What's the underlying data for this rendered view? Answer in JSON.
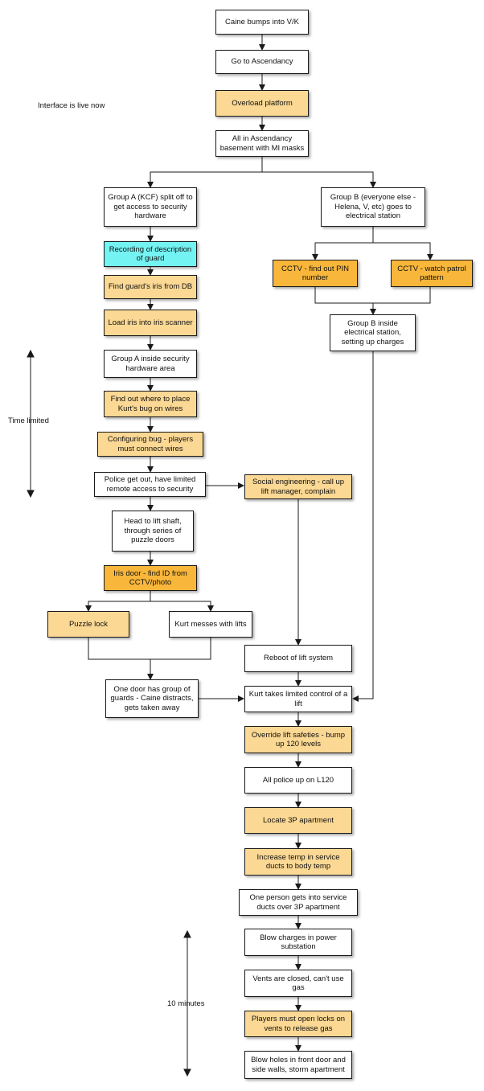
{
  "notes": {
    "interface_live": "Interface is live now",
    "time_limited": "Time limited",
    "ten_minutes": "10 minutes"
  },
  "nodes": {
    "caine_bumps": "Caine bumps into V/K",
    "go_ascendancy": "Go to Ascendancy",
    "overload_platform": "Overload platform",
    "all_in_basement": "All in Ascendancy basement with MI masks",
    "group_a": "Group A (KCF) split off to get access to security hardware",
    "group_b": "Group B (everyone else - Helena, V, etc) goes to electrical station",
    "recording_guard": "Recording of description of guard",
    "cctv_pin": "CCTV - find out PIN number",
    "cctv_patrol": "CCTV - watch patrol pattern",
    "find_iris": "Find guard's iris from DB",
    "load_iris": "Load iris into iris scanner",
    "group_b_inside": "Group B inside electrical station, setting up charges",
    "group_a_inside": "Group A inside security hardware area",
    "find_bug_place": "Find out where to place Kurt's bug on wires",
    "configuring_bug": "Configuring bug - players must connect wires",
    "police_get_out": "Police get out, have limited remote access to security",
    "social_engineering": "Social engineering - call up lift manager, complain",
    "head_to_lift": "Head to lift shaft, through series of puzzle doors",
    "iris_door": "Iris door - find ID from CCTV/photo",
    "puzzle_lock": "Puzzle lock",
    "kurt_messes": "Kurt messes with lifts",
    "reboot_lift": "Reboot of lift system",
    "one_door": "One door has group of guards - Caine distracts, gets taken away",
    "kurt_control": "Kurt takes limited control of a lift",
    "override_safeties": "Override lift safeties - bump up 120 levels",
    "all_police_up": "All police up on L120",
    "locate_3p": "Locate 3P apartment",
    "increase_temp": "Increase temp in service ducts to body temp",
    "one_person_ducts": "One person gets into service ducts over 3P apartment",
    "blow_charges": "Blow charges in power substation",
    "vents_closed": "Vents are closed, can't use gas",
    "players_open_locks": "Players must open locks on vents to release gas",
    "blow_holes": "Blow holes in front door and side walls, storm apartment"
  },
  "colors": {
    "white": "#ffffff",
    "peach": "#fbd893",
    "orange": "#f8b63a",
    "cyan": "#74f3f3",
    "line": "#1a1a1a"
  }
}
